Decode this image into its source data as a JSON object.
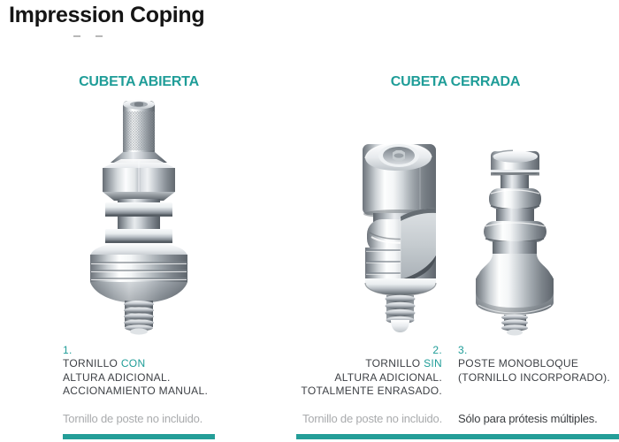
{
  "page": {
    "title": "Impression Coping"
  },
  "colors": {
    "accent": "#1f9d98",
    "bar": "#249e98",
    "text_dark": "#3d4045",
    "text_gray": "#a9abad"
  },
  "sections": [
    {
      "header": "CUBETA ABIERTA"
    },
    {
      "header": "CUBETA CERRADA"
    }
  ],
  "products": [
    {
      "number": "1.",
      "line1": {
        "prefix": "TORNILLO ",
        "accent": "CON"
      },
      "line2": "ALTURA ADICIONAL.",
      "line3": "ACCIONAMIENTO MANUAL.",
      "note": "Tornillo de poste no incluido.",
      "illustration": "open-tray-impression-coping"
    },
    {
      "number": "2.",
      "line1": {
        "prefix": "TORNILLO ",
        "accent": "SIN"
      },
      "line2": "ALTURA ADICIONAL.",
      "line3": "TOTALMENTE ENRASADO.",
      "note": "Tornillo de poste no incluido.",
      "illustration": "closed-tray-impression-coping"
    },
    {
      "number": "3.",
      "line1": {
        "prefix": "POSTE MONOBLOQUE",
        "accent": ""
      },
      "line2": "(TORNILLO INCORPORADO).",
      "line3": "",
      "note": "Sólo para prótesis múltiples.",
      "illustration": "monoblock-post"
    }
  ]
}
